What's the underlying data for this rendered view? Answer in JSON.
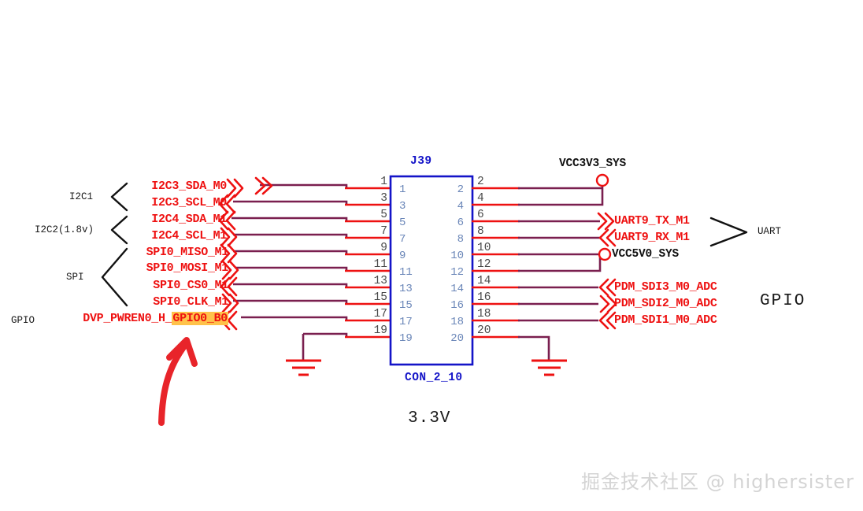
{
  "diagram": {
    "title_designator": "J39",
    "part_number": "CON_2_10",
    "voltage_note": "3.3V",
    "gpio_group_right": "GPIO",
    "uart_group_right": "UART",
    "colors": {
      "net_red": "#ee1111",
      "wire_purple": "#7a1f4f",
      "wire_red": "#ee1111",
      "box_blue": "#1414c8",
      "pin_blue": "#6a86b8",
      "highlight_yellow": "#ffc24a",
      "annotation_red": "#e8242a",
      "watermark_gray": "#d4d4d4"
    }
  },
  "left_groups": [
    {
      "label": "I2C1"
    },
    {
      "label": "I2C2(1.8v)"
    },
    {
      "label": "SPI"
    },
    {
      "label": "GPIO"
    }
  ],
  "left_nets": [
    {
      "pin": "1",
      "name": "I2C3_SDA_M0",
      "prefix": "",
      "highlight": "",
      "arrow": "out"
    },
    {
      "pin": "3",
      "name": "I2C3_SCL_M0",
      "prefix": "",
      "highlight": "",
      "arrow": "in"
    },
    {
      "pin": "5",
      "name": "I2C4_SDA_M1",
      "prefix": "",
      "highlight": "",
      "arrow": "in"
    },
    {
      "pin": "7",
      "name": "I2C4_SCL_M1",
      "prefix": "",
      "highlight": "",
      "arrow": "in"
    },
    {
      "pin": "9",
      "name": "SPI0_MISO_M1",
      "prefix": "",
      "highlight": "",
      "arrow": "in"
    },
    {
      "pin": "11",
      "name": "SPI0_MOSI_M1",
      "prefix": "",
      "highlight": "",
      "arrow": "in"
    },
    {
      "pin": "13",
      "name": "SPI0_CS0_M1",
      "prefix": "",
      "highlight": "",
      "arrow": "in"
    },
    {
      "pin": "15",
      "name": "SPI0_CLK_M1",
      "prefix": "",
      "highlight": "",
      "arrow": "in"
    },
    {
      "pin": "17",
      "name": "",
      "prefix": "DVP_PWREN0_H_",
      "highlight": "GPIO0_B0",
      "arrow": "in"
    },
    {
      "pin": "19",
      "name": "",
      "prefix": "",
      "highlight": "",
      "arrow": "gnd"
    }
  ],
  "right_nets": [
    {
      "pin": "2",
      "name": "",
      "kind": "power",
      "power_label": "VCC3V3_SYS"
    },
    {
      "pin": "4",
      "name": "",
      "kind": "power",
      "power_label": ""
    },
    {
      "pin": "6",
      "name": "UART9_TX_M1",
      "kind": "signal",
      "arrow": "out"
    },
    {
      "pin": "8",
      "name": "UART9_RX_M1",
      "kind": "signal",
      "arrow": "in"
    },
    {
      "pin": "10",
      "name": "",
      "kind": "power",
      "power_label": "VCC5V0_SYS"
    },
    {
      "pin": "12",
      "name": "",
      "kind": "power",
      "power_label": ""
    },
    {
      "pin": "14",
      "name": "PDM_SDI3_M0_ADC",
      "kind": "signal",
      "arrow": "in"
    },
    {
      "pin": "16",
      "name": "PDM_SDI2_M0_ADC",
      "kind": "signal",
      "arrow": "in"
    },
    {
      "pin": "18",
      "name": "PDM_SDI1_M0_ADC",
      "kind": "signal",
      "arrow": "in"
    },
    {
      "pin": "20",
      "name": "",
      "kind": "gnd",
      "power_label": ""
    }
  ],
  "connector_pins_left": [
    "1",
    "3",
    "5",
    "7",
    "9",
    "11",
    "13",
    "15",
    "17",
    "19"
  ],
  "connector_pins_right": [
    "2",
    "4",
    "6",
    "8",
    "10",
    "12",
    "14",
    "16",
    "18",
    "20"
  ],
  "watermark": {
    "text": "掘金技术社区 @ highersister"
  },
  "annotation": {
    "name": "red-up-arrow-pointing-to-gpio0-b0"
  }
}
